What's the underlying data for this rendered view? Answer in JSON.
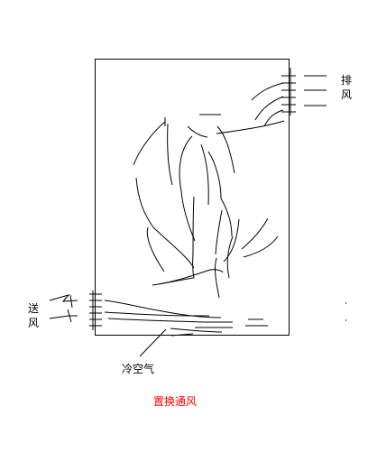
{
  "labels": {
    "exhaust": "排风",
    "supply": "送风",
    "cold_air": "冷空气",
    "title": "置换通风"
  },
  "colors": {
    "line": "#000000",
    "title": "#ff0000",
    "background": "#ffffff"
  }
}
